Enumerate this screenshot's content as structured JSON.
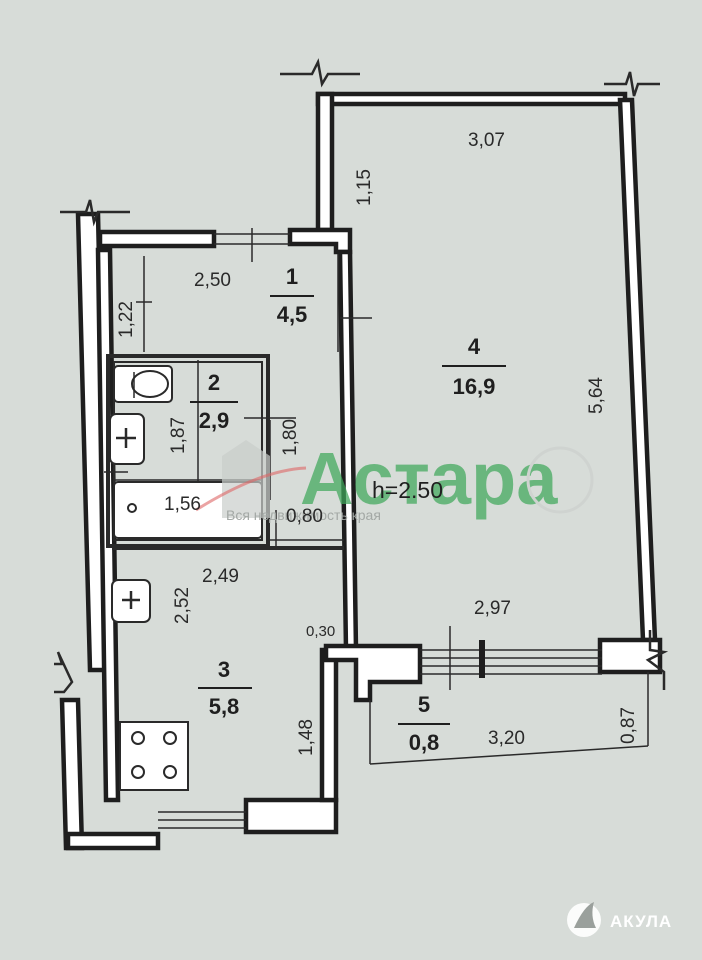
{
  "plan": {
    "ceiling_height": "h=2.50",
    "rooms": [
      {
        "number": "1",
        "area": "4,5"
      },
      {
        "number": "2",
        "area": "2,9"
      },
      {
        "number": "3",
        "area": "5,8"
      },
      {
        "number": "4",
        "area": "16,9"
      },
      {
        "number": "5",
        "area": "0,8"
      }
    ],
    "dimensions": {
      "d_307": "3,07",
      "d_115": "1,15",
      "d_250": "2,50",
      "d_122": "1,22",
      "d_564": "5,64",
      "d_187": "1,87",
      "d_180": "1,80",
      "d_156": "1,56",
      "d_080": "0,80",
      "d_249": "2,49",
      "d_252": "2,52",
      "d_030": "0,30",
      "d_297": "2,97",
      "d_148": "1,48",
      "d_320": "3,20",
      "d_087": "0,87"
    }
  },
  "watermark": {
    "brand": "Астара",
    "tagline": "Вся недвижимость края"
  },
  "logo": {
    "text": "АКУЛА"
  },
  "colors": {
    "background": "#d7dcd8",
    "wall": "#1e1e1e",
    "watermark_green": "#3fa85a",
    "logo": "#ffffff"
  }
}
